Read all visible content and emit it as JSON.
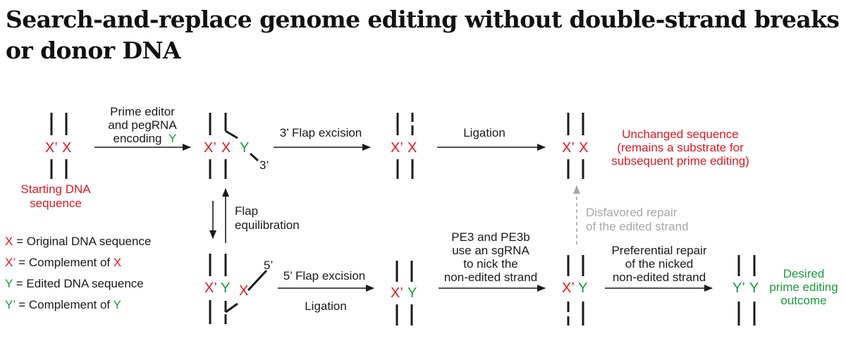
{
  "title": "Search-and-replace genome editing without double-strand breaks or donor DNA",
  "colors": {
    "red": "#e0191f",
    "green": "#1a9b3a",
    "dark": "#1a1a1a",
    "grey": "#a7a7a7"
  },
  "labels": {
    "starting_l1": "Starting DNA",
    "starting_l2": "sequence",
    "pe_l1": "Prime editor",
    "pe_l2": "and pegRNA",
    "pe_l3": "encoding",
    "flap3": "3’ Flap excision",
    "ligation_top": "Ligation",
    "unchanged_l1": "Unchanged sequence",
    "unchanged_l2": "(remains a substrate for",
    "unchanged_l3": "subsequent prime editing)",
    "flap_eq_l1": "Flap",
    "flap_eq_l2": "equilibration",
    "disfavored_l1": "Disfavored repair",
    "disfavored_l2": "of the edited strand",
    "flap5": "5’ Flap excision",
    "ligation_bottom": "Ligation",
    "pe3_l1": "PE3 and PE3b",
    "pe3_l2": "use an sgRNA",
    "pe3_l3": "to nick the",
    "pe3_l4": "non-edited strand",
    "pref_l1": "Preferential repair",
    "pref_l2": "of the nicked",
    "pref_l3": "non-edited strand",
    "desired_l1": "Desired",
    "desired_l2": "prime editing",
    "desired_l3": "outcome"
  },
  "markers": {
    "x": "X",
    "xp": "X’",
    "y": "Y",
    "yp": "Y’",
    "three": "3’",
    "five": "5’"
  },
  "legend": [
    {
      "sym": "X",
      "sym_color": "red",
      "text": " = Original DNA sequence",
      "tail": "",
      "tail_color": ""
    },
    {
      "sym": "X’",
      "sym_color": "red",
      "text": " = Complement of ",
      "tail": "X",
      "tail_color": "red"
    },
    {
      "sym": "Y",
      "sym_color": "green",
      "text": " = Edited DNA sequence",
      "tail": "",
      "tail_color": ""
    },
    {
      "sym": "Y’",
      "sym_color": "green",
      "text": " = Complement of ",
      "tail": "Y",
      "tail_color": "green"
    }
  ]
}
